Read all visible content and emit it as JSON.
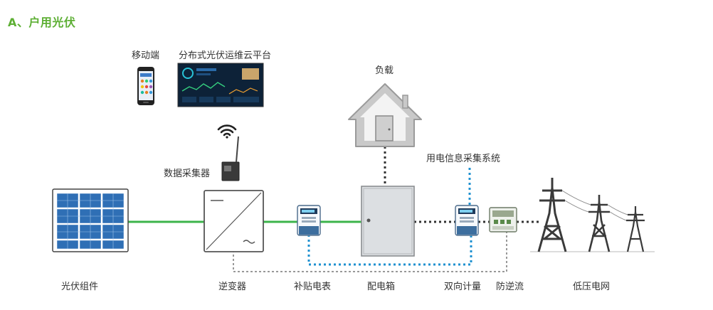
{
  "section_title": "A、户用光伏",
  "labels": {
    "mobile": "移动端",
    "platform": "分布式光伏运维云平台",
    "load": "负载",
    "collector": "数据采集器",
    "info_system": "用电信息采集系统",
    "pv_module": "光伏组件",
    "inverter": "逆变器",
    "subsidy_meter": "补贴电表",
    "distribution_box": "配电箱",
    "bidirectional_meter": "双向计量",
    "anti_backflow": "防逆流",
    "grid": "低压电网"
  },
  "colors": {
    "title": "#5daf34",
    "power_line": "#3cb44b",
    "data_line": "#1e90d0",
    "dotted_line": "#333333",
    "gray_line": "#999999"
  },
  "icons": [
    "smartphone-icon",
    "dashboard-screen-icon",
    "wifi-icon",
    "house-icon",
    "solar-panel-icon",
    "inverter-icon",
    "meter-icon",
    "cabinet-icon",
    "power-tower-icon"
  ]
}
